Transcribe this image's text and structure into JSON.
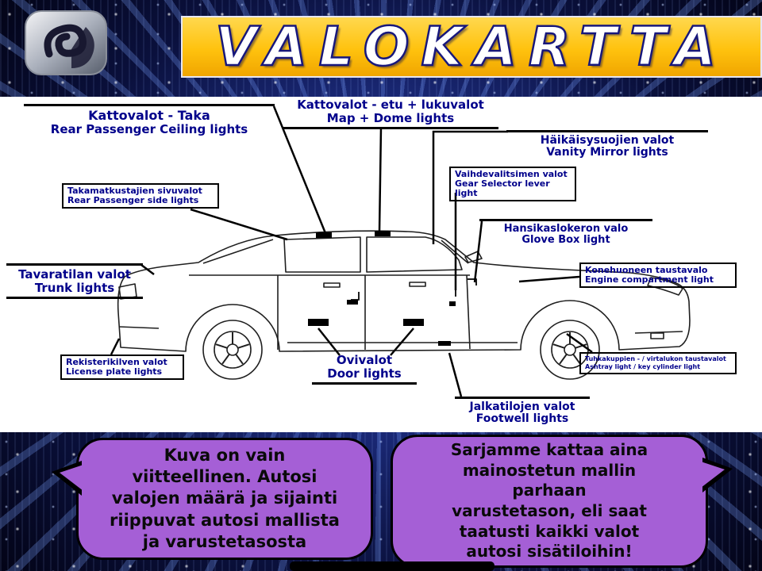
{
  "header": {
    "title": "VALOKARTTA"
  },
  "callouts": [
    {
      "fi": "Kattovalot - Taka",
      "en": "Rear Passenger Ceiling lights"
    },
    {
      "fi": "Kattovalot - etu + lukuvalot",
      "en": "Map + Dome lights"
    },
    {
      "fi": "Häikäisysuojien valot",
      "en": "Vanity Mirror lights"
    },
    {
      "fi": "Vaihdevalitsimen valot",
      "en": "Gear Selector lever light"
    },
    {
      "fi": "Hansikaslokeron valo",
      "en": "Glove Box light"
    },
    {
      "fi": "Takamatkustajien sivuvalot",
      "en": "Rear Passenger side lights"
    },
    {
      "fi": "Tavaratilan valot",
      "en": "Trunk lights"
    },
    {
      "fi": "Konehuoneen taustavalo",
      "en": "Engine compartment light"
    },
    {
      "fi": "Rekisterikilven valot",
      "en": "License plate lights"
    },
    {
      "fi": "Ovivalot",
      "en": "Door lights"
    },
    {
      "fi": "Tuhkakuppien - / virtalukon taustavalot",
      "en": "Ashtray light / key cylinder light"
    },
    {
      "fi": "Jalkatilojen valot",
      "en": "Footwell lights"
    }
  ],
  "bubbles": {
    "left": "Kuva on vain\nviitteellinen. Autosi\nvalojen määrä ja sijainti\nriippuvat autosi mallista\nja varustetasosta",
    "right": "Sarjamme kattaa aina\nmainostetun mallin\nparhaan\nvarustetason, eli saat\ntaatusti kaikki valot\nautosi sisätiloihin!"
  },
  "colors": {
    "banner_yellow": "#ffc20e",
    "label_navy": "#00008b",
    "bubble_purple": "#a55fd6",
    "background_dark": "#0a103c"
  }
}
